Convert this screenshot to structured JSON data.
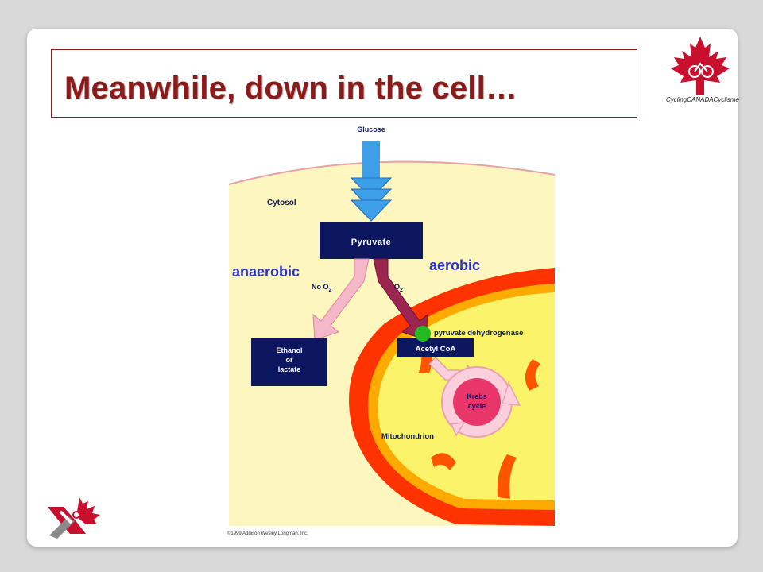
{
  "slide": {
    "title": "Meanwhile, down in the cell…",
    "logo_text": "CyclingCANADACyclisme"
  },
  "diagram": {
    "glucose": "Glucose",
    "cytosol": "Cytosol",
    "pyruvate": "Pyruvate",
    "anaerobic": "anaerobic",
    "aerobic": "aerobic",
    "no_o2": "No O",
    "o2": "O",
    "o2_subscript": "2",
    "pyruvate_dehydrogenase": "pyruvate dehydrogenase",
    "acetyl_coa": "Acetyl CoA",
    "ethanol_line1": "Ethanol",
    "ethanol_line2": "or",
    "ethanol_line3": "lactate",
    "krebs_line1": "Krebs",
    "krebs_line2": "cycle",
    "mitochondrion": "Mitochondrion",
    "copyright": "©1999 Addison Wesley Longman, Inc."
  },
  "colors": {
    "title": "#8b1a1a",
    "cytosol_bg": "#fdf6bf",
    "mito_outer": "#ff3300",
    "mito_inner": "#fbf36a",
    "navy_box": "#0c1760",
    "glucose_arrow": "#3d9fe8",
    "anaerobic_arrow": "#f4b8c8",
    "aerobic_arrow": "#9b2450",
    "label_blue": "#2a33c8",
    "krebs": "#e8366a",
    "dehydrogenase_dot": "#22bb22"
  }
}
